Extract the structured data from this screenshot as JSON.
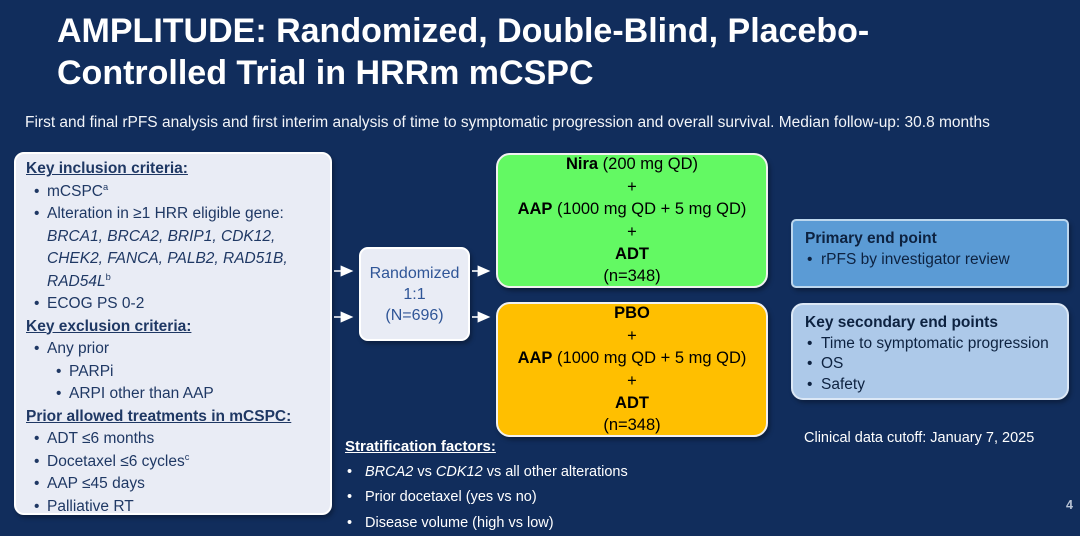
{
  "slide": {
    "title": "AMPLITUDE: Randomized, Double-Blind, Placebo-Controlled Trial in HRRm mCSPC",
    "subtitle": "First and final rPFS analysis and first interim analysis of time to symptomatic progression and overall survival. Median follow-up: 30.8 months",
    "page_number": "4",
    "data_cutoff": "Clinical data cutoff: January 7, 2025"
  },
  "criteria_panel": {
    "inclusion": {
      "heading": "Key inclusion criteria:",
      "item_mcspc": "mCSPC",
      "item_mcspc_sup": "a",
      "item_alteration_lead": "Alteration in ≥1 HRR eligible gene:",
      "item_alteration_genes": "BRCA1, BRCA2, BRIP1, CDK12, CHEK2, FANCA, PALB2, RAD51B, RAD54L",
      "item_alteration_sup": "b",
      "item_ecog": "ECOG PS 0-2"
    },
    "exclusion": {
      "heading": "Key exclusion criteria:",
      "item_any_prior": "Any prior",
      "sub_parpi": "PARPi",
      "sub_arpi": "ARPI other than AAP"
    },
    "prior_allowed": {
      "heading": "Prior allowed treatments in mCSPC:",
      "item_adt": "ADT ≤6 months",
      "item_docetaxel": "Docetaxel ≤6 cycles",
      "item_docetaxel_sup": "c",
      "item_aap": "AAP ≤45 days",
      "item_rt": "Palliative RT"
    }
  },
  "randomization": {
    "line1": "Randomized",
    "line2": "1:1",
    "line3": "(N=696)"
  },
  "arms": {
    "nira": {
      "drug1": "Nira",
      "drug1_rest": " (200 mg QD)",
      "plus1": "+",
      "drug2": "AAP",
      "drug2_rest": " (1000 mg QD + 5 mg QD)",
      "plus2": "+",
      "drug3": "ADT",
      "n": "(n=348)"
    },
    "pbo": {
      "drug1": "PBO",
      "plus1": "+",
      "drug2": "AAP",
      "drug2_rest": " (1000 mg QD + 5 mg QD)",
      "plus2": "+",
      "drug3": "ADT",
      "n": "(n=348)"
    }
  },
  "endpoints": {
    "primary": {
      "heading": "Primary end point",
      "items": [
        "rPFS by investigator review"
      ]
    },
    "secondary": {
      "heading": "Key secondary end points",
      "items": [
        "Time to symptomatic progression",
        "OS",
        "Safety"
      ]
    }
  },
  "stratification": {
    "heading": "Stratification factors:",
    "item1_parts": [
      "BRCA2",
      " vs ",
      "CDK12",
      " vs all other alterations"
    ],
    "item2": "Prior docetaxel (yes vs no)",
    "item3": "Disease volume (high vs low)"
  },
  "colors": {
    "background": "#112d5c",
    "panel_bg": "#e9ecf5",
    "arm_nira_bg": "#63f963",
    "arm_pbo_bg": "#ffbf00",
    "primary_endpoint_bg": "#5b9bd5",
    "secondary_endpoint_bg": "#adc9e9",
    "panel_text": "#1f3864",
    "arrow": "#ffffff"
  }
}
